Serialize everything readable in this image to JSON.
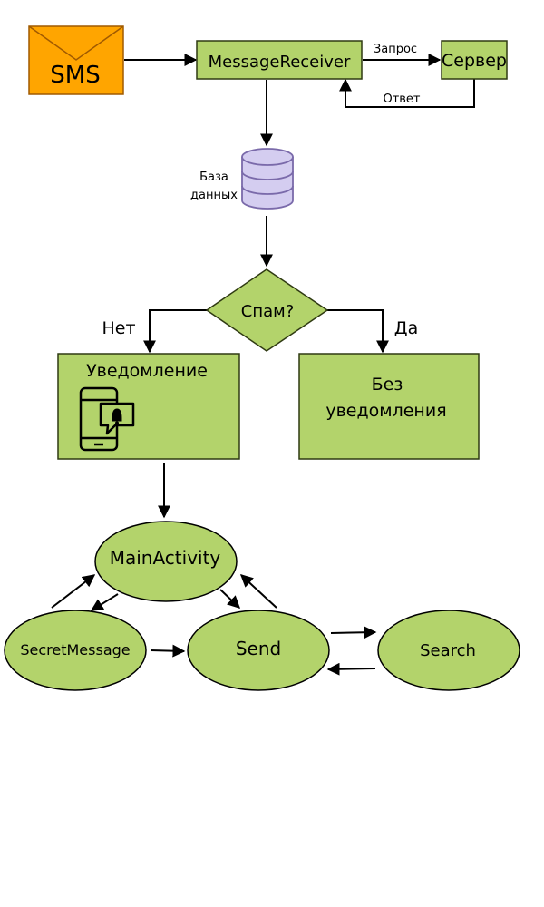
{
  "colors": {
    "node_fill": "#b3d36b",
    "node_stroke": "#2f3a12",
    "sms_fill": "#ffa500",
    "sms_stroke": "#a05a00",
    "db_fill": "#d4cdf0",
    "db_stroke": "#7a6aaa",
    "edge": "#000000"
  },
  "nodes": {
    "sms": {
      "label": "SMS",
      "icon": "envelope-icon"
    },
    "receiver": {
      "label": "MessageReceiver"
    },
    "server": {
      "label": "Сервер"
    },
    "database": {
      "label_line1": "База",
      "label_line2": "данных",
      "icon": "database-icon"
    },
    "spam": {
      "label": "Спам?"
    },
    "notification": {
      "label": "Уведомление",
      "icon": "phone-notification-icon"
    },
    "no_notification": {
      "label_line1": "Без",
      "label_line2": "уведомления"
    },
    "main_activity": {
      "label": "MainActivity"
    },
    "secret_message": {
      "label": "SecretMessage"
    },
    "send": {
      "label": "Send"
    },
    "search": {
      "label": "Search"
    }
  },
  "edges": {
    "request": "Запрос",
    "response": "Ответ",
    "no": "Нет",
    "yes": "Да"
  }
}
